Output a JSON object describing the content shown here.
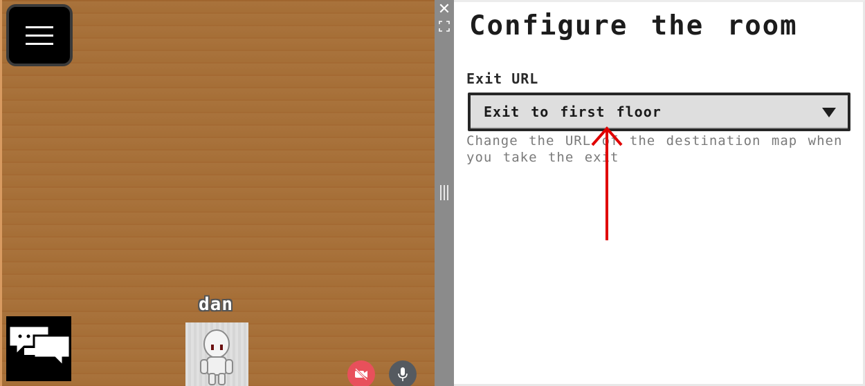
{
  "map": {
    "player_name": "dan",
    "menu_icon": "hamburger-icon",
    "chat_icon": "chat-bubbles-icon",
    "camera_icon": "camera-off-icon",
    "mic_icon": "microphone-icon",
    "camera_color": "#e8505b",
    "mic_color": "#555a60"
  },
  "divider": {
    "close_label": "✕",
    "fullscreen_icon": "fullscreen-icon",
    "resize_icon": "resize-grip-icon"
  },
  "panel": {
    "title": "Configure the room",
    "exit_url": {
      "label": "Exit URL",
      "selected": "Exit to first floor",
      "help": "Change the URL of the destination map when you take the exit"
    }
  },
  "colors": {
    "floor": "#e8b37a",
    "annotation": "#e00000"
  }
}
